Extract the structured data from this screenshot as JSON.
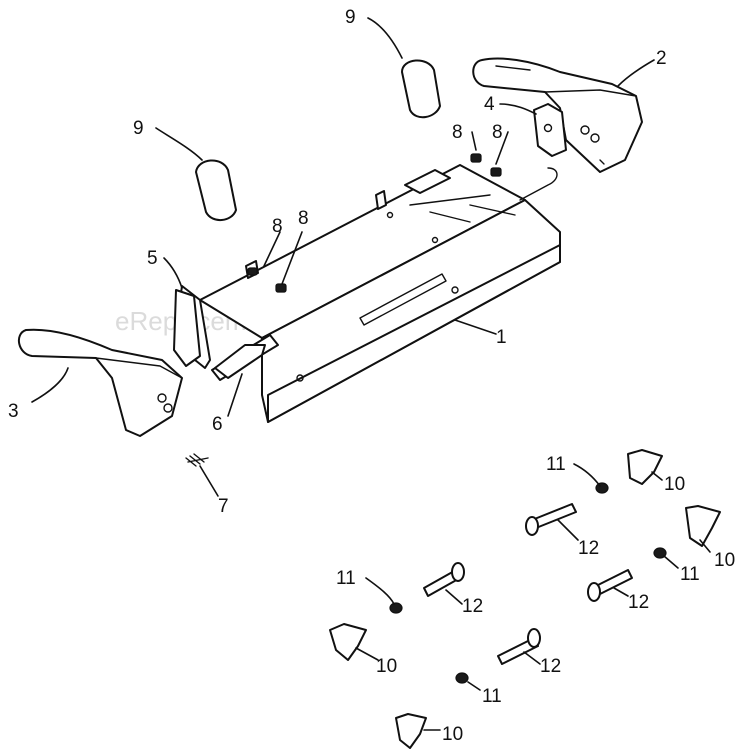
{
  "watermark": "eReplacementParts.com",
  "callouts": {
    "c1": "1",
    "c2": "2",
    "c3": "3",
    "c4": "4",
    "c5": "5",
    "c6": "6",
    "c7": "7",
    "c8a": "8",
    "c8b": "8",
    "c8c": "8",
    "c8d": "8",
    "c9a": "9",
    "c9b": "9",
    "c10a": "10",
    "c10b": "10",
    "c10c": "10",
    "c10d": "10",
    "c11a": "11",
    "c11b": "11",
    "c11c": "11",
    "c11d": "11",
    "c12a": "12",
    "c12b": "12",
    "c12c": "12",
    "c12d": "12"
  },
  "colors": {
    "line": "#111111",
    "background": "#ffffff",
    "watermark": "#cfcfcf"
  }
}
